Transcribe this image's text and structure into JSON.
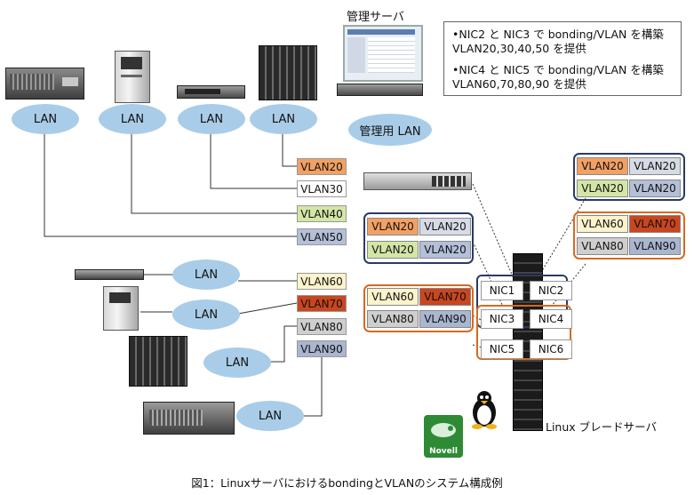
{
  "note": {
    "line1": "•NIC2 と NIC3 で bonding/VLAN を構築",
    "line2": "VLAN20,30,40,50 を提供",
    "line3": "•NIC4 と NIC5 で bonding/VLAN を構築",
    "line4": "VLAN60,70,80,90 を提供"
  },
  "mgmt_server_label": "管理サーバ",
  "mgmt_lan_label": "管理用 LAN",
  "lan_label": "LAN",
  "vlan_tags": {
    "v20": "VLAN20",
    "v30": "VLAN30",
    "v40": "VLAN40",
    "v50": "VLAN50",
    "v60": "VLAN60",
    "v70": "VLAN70",
    "v80": "VLAN80",
    "v90": "VLAN90"
  },
  "switch_grid_left": [
    "VLAN20",
    "VLAN20",
    "VLAN20",
    "VLAN20"
  ],
  "switch_grid_right": [
    "VLAN20",
    "VLAN20",
    "VLAN20",
    "VLAN20"
  ],
  "grid_orange": [
    "VLAN60",
    "VLAN70",
    "VLAN80",
    "VLAN90"
  ],
  "nics": {
    "nic1": "NIC1",
    "nic2": "NIC2",
    "nic3": "NIC3",
    "nic4": "NIC4",
    "nic5": "NIC5",
    "nic6": "NIC6"
  },
  "blade_label": "Linux ブレードサーバ",
  "novell_label": "Novell",
  "caption": "図1：LinuxサーバにおけるbondingとVLANのシステム構成例",
  "colors": {
    "lan": "#a9cde8",
    "v20": "#f2a063",
    "v30": "#ffffff",
    "v40": "#d4e6a6",
    "v50": "#b4bfd8",
    "v60": "#fdf3cc",
    "v70": "#c9461f",
    "v80": "#cfcfcf",
    "v90": "#aab6d0",
    "navy": "#2a3a66",
    "orange": "#d8691f"
  }
}
